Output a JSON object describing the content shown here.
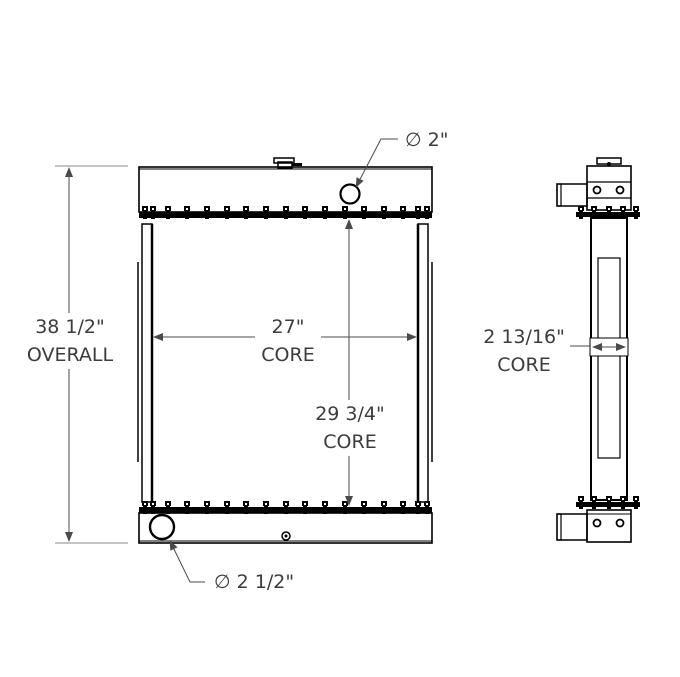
{
  "diagram": {
    "title": "Radiator dimension drawing",
    "colors": {
      "line": "#000000",
      "dimension": "#4a4a4a",
      "text": "#3c3c3c",
      "background": "#ffffff"
    },
    "front_view": {
      "overall_height": {
        "value": "38 1/2\"",
        "label": "OVERALL"
      },
      "core_width": {
        "value": "27\"",
        "label": "CORE"
      },
      "core_height": {
        "value": "29 3/4\"",
        "label": "CORE"
      },
      "inlet_diameter": {
        "symbol": "∅",
        "value": "2\""
      },
      "outlet_diameter": {
        "symbol": "∅",
        "value": "2 1/2\""
      }
    },
    "side_view": {
      "core_depth": {
        "value": "2 13/16\"",
        "label": "CORE"
      }
    }
  }
}
